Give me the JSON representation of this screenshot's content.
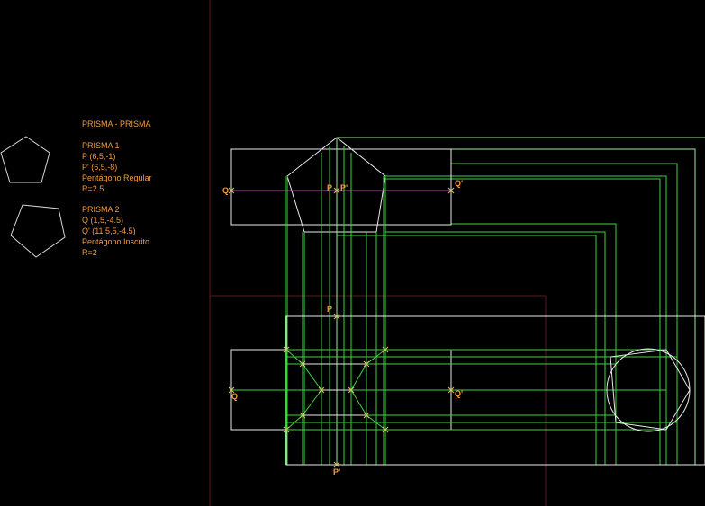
{
  "colors": {
    "background": "#000000",
    "geometry_green": "#3fd23f",
    "light_green": "#9fe89f",
    "white_lines": "#e8e8e8",
    "magenta_line": "#c040c0",
    "dark_red_frame": "#5a1a1a",
    "text_orange": "#f29b40",
    "point_marker": "#d8c060"
  },
  "title": "PRISMA - PRISMA",
  "prism1": {
    "heading": "PRISMA 1",
    "p": "P (6,5,-1)",
    "p_prime": "P' (6,5,-8)",
    "base": "Pentágono Regular",
    "radius": "R=2.5"
  },
  "prism2": {
    "heading": "PRISMA 2",
    "q": "Q (1,5,-4.5)",
    "q_prime": "Q' (11.5,5,-4.5)",
    "base": "Pentágono Inscrito",
    "radius": "R=2"
  },
  "point_labels": {
    "q_top": "Q",
    "p_top": "P",
    "p_prime_top": "P'",
    "q_prime_top": "Q'",
    "p_mid": "P",
    "q_bottom": "Q",
    "q_prime_bottom": "Q'",
    "p_prime_bottom": "P'"
  }
}
